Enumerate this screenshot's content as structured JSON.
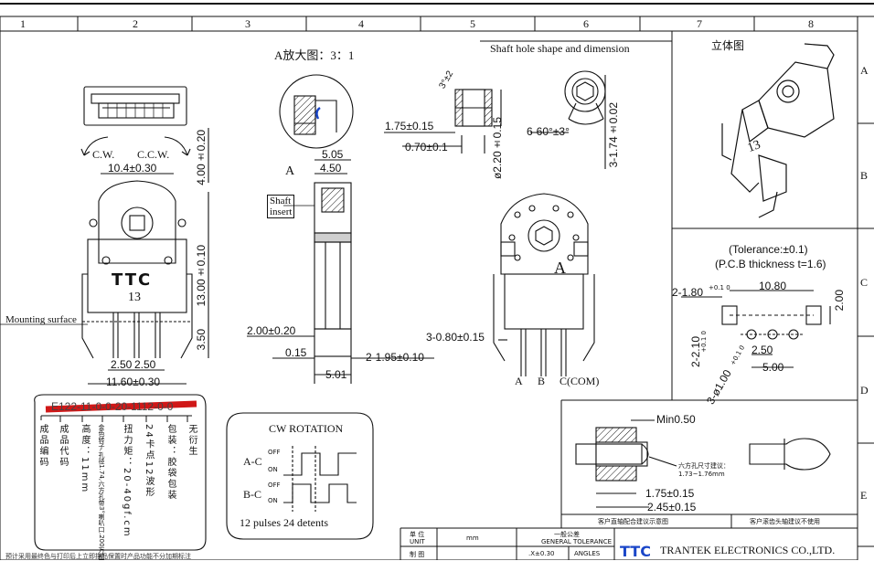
{
  "columns": [
    "1",
    "2",
    "3",
    "4",
    "5",
    "6",
    "7",
    "8"
  ],
  "rows": [
    "A",
    "B",
    "C",
    "D",
    "E"
  ],
  "views": {
    "zoom_title": "A放大图：3：1",
    "shaft_title": "Shaft hole shape and dimension",
    "iso_title": "立体图",
    "cw": "C.W.",
    "ccw": "C.C.W.",
    "mounting_surface": "Mounting surface",
    "shaft_insert": [
      "Shaft",
      "insert"
    ],
    "label_A": "A",
    "label_A_big": "A",
    "brand": "TTC",
    "pcb_code": "13",
    "pin_labels": [
      "A",
      "B",
      "C(COM)"
    ],
    "iso_code": "13"
  },
  "dims": {
    "d_10_4": "10.4±0.30",
    "d_4_00": "4.00±0.20",
    "d_13_00": "13.00±0.10",
    "d_3_50": "3.50",
    "d_2_50a": "2.50",
    "d_2_50b": "2.50",
    "d_11_60": "11.60±0.30",
    "d_5_05": "5.05",
    "d_4_50": "4.50",
    "d_2_00": "2.00±0.20",
    "d_0_15": "0.15",
    "d_2_195": "2-1.95±0.10",
    "d_5_01": "5.01",
    "d_1_75s": "1.75±0.15",
    "d_0_70": "0.70±0.1",
    "d_2_20": "ø2.20±0.15",
    "d_3_top": "3°±2",
    "d_6_60": "6-60°±3°",
    "d_1_74": "3-1.74±0.02",
    "d_3_080": "3-0.80±0.15"
  },
  "pcb": {
    "tolerance": "(Tolerance:±0.1)",
    "thickness": "(P.C.B thickness t=1.6)",
    "d_180": "2-1.80",
    "d_180_tol": "+0.1 0",
    "d_10_80": "10.80",
    "d_2_00": "2.00",
    "d_2_10": "2-2.10",
    "d_2_10_tol": "+0.1 0",
    "d_2_50": "2.50",
    "d_5_00": "5.00",
    "d_100": "3-ø1.00",
    "d_100_tol": "+0.1 0"
  },
  "code_panel": {
    "header": "E122-11-0-0-20-1112-0-0",
    "cols": [
      "成品编码",
      "成品代码",
      "高度：11mm",
      "金色转子.孔径1.74,六方孔带3°喇叭口.200万圈",
      "扭力矩：20-40gf.cm",
      "24卡点12波形",
      "包装：胶袋包装",
      "无衍生"
    ]
  },
  "rotation": {
    "title": "CW ROTATION",
    "ac": "A-C",
    "bc": "B-C",
    "off": "OFF",
    "on": "ON",
    "detents": "12 pulses 24 detents"
  },
  "section": {
    "min": "Min0.50",
    "d_1_75": "1.75±0.15",
    "d_2_45": "2.45±0.15",
    "note_hex": "六方孔尺寸建议：1.73~1.76mm",
    "caption_left": "客户直轴配合建议示意图",
    "caption_right": "客户滚齿头轴建议不使用"
  },
  "title_block": {
    "unit_cn": "单 位",
    "unit": "UNIT",
    "mm": "mm",
    "general_cn": "一般公差",
    "general": "GENERAL TOLERANCE",
    "prepared": "制 图",
    "x_tol": ".X±0.30",
    "angles": "ANGLES",
    "company": "TRANTEK ELECTRONICS CO.,LTD.",
    "logo": "TTC"
  },
  "footnote": "预计采用最终色与打印后上立即描品保置时产品功能不分加期标注"
}
